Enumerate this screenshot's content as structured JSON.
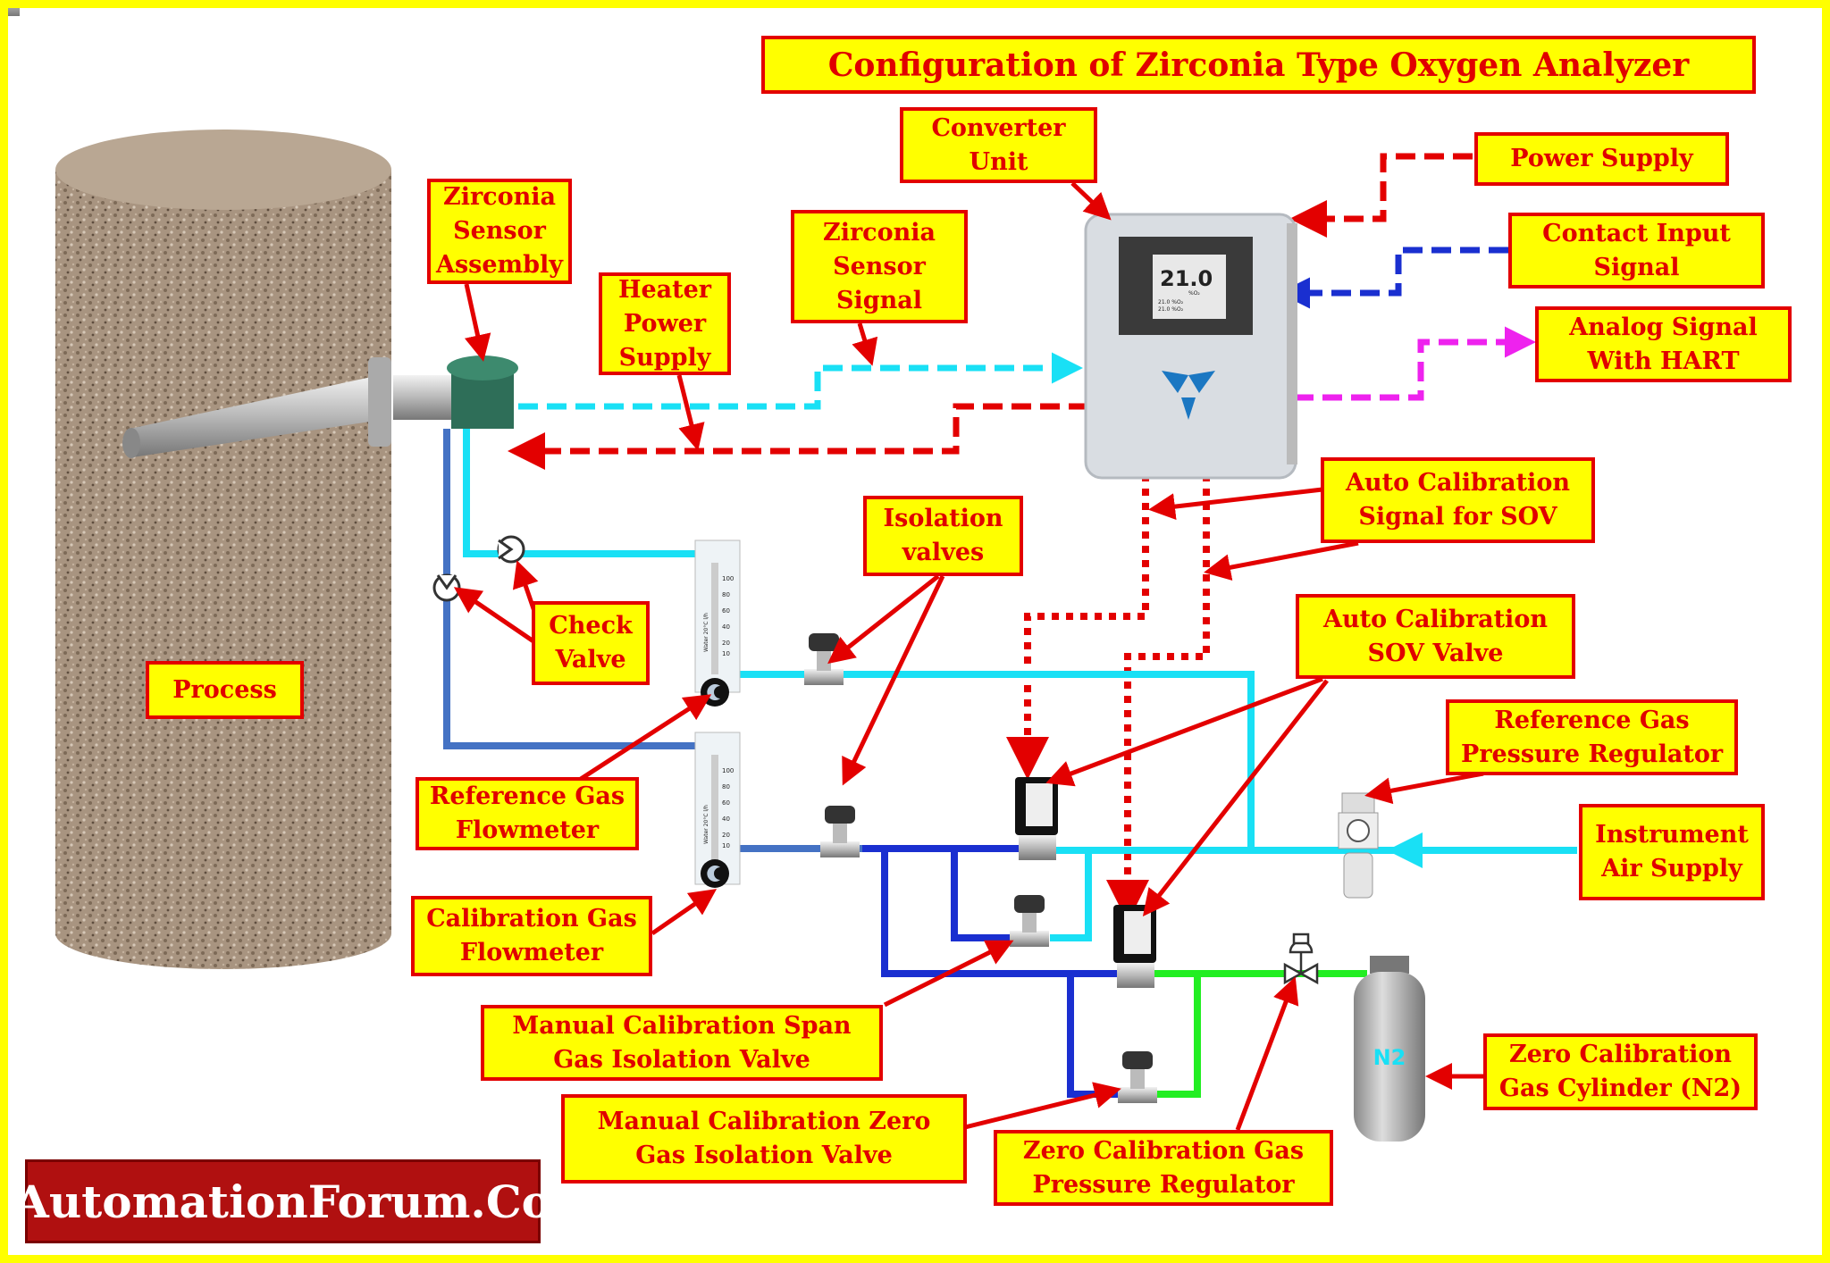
{
  "title": "Configuration of Zirconia Type Oxygen Analyzer",
  "labels": {
    "converter_unit": [
      "Converter",
      "Unit"
    ],
    "power_supply": [
      "Power Supply"
    ],
    "contact_input": [
      "Contact Input",
      "Signal"
    ],
    "analog_signal": [
      "Analog Signal",
      "With HART"
    ],
    "sensor_assembly": [
      "Zirconia",
      "Sensor",
      "Assembly"
    ],
    "sensor_signal": [
      "Zirconia",
      "Sensor",
      "Signal"
    ],
    "heater_power": [
      "Heater",
      "Power",
      "Supply"
    ],
    "auto_cal_signal": [
      "Auto Calibration",
      "Signal for SOV"
    ],
    "isolation_valves": [
      "Isolation",
      "valves"
    ],
    "check_valve": [
      "Check",
      "Valve"
    ],
    "auto_cal_sov": [
      "Auto Calibration",
      "SOV Valve"
    ],
    "process": [
      "Process"
    ],
    "ref_gas_regulator": [
      "Reference Gas",
      "Pressure Regulator"
    ],
    "ref_gas_flowmeter": [
      "Reference Gas",
      "Flowmeter"
    ],
    "instrument_air": [
      "Instrument",
      "Air Supply"
    ],
    "cal_gas_flowmeter": [
      "Calibration Gas",
      "Flowmeter"
    ],
    "span_valve": [
      "Manual Calibration Span",
      "Gas Isolation Valve"
    ],
    "zero_cylinder": [
      "Zero Calibration",
      "Gas Cylinder (N2)"
    ],
    "zero_valve": [
      "Manual Calibration Zero",
      "Gas Isolation Valve"
    ],
    "zero_regulator": [
      "Zero Calibration Gas",
      "Pressure Regulator"
    ]
  },
  "brand": "AutomationForum.Co",
  "converter_display": {
    "value": "21.0",
    "unit": "%O₂",
    "line1": "21.0 %O₂",
    "line2": "21.0 %O₂"
  },
  "flowmeter_scale": [
    "100",
    "80",
    "60",
    "40",
    "20",
    "10"
  ],
  "flowmeter_caption": "Water 20°C l/h",
  "cylinder_text": "N2",
  "colors": {
    "label_bg": "#ffff00",
    "label_border": "#e30000",
    "sensor_signal": "#19e0f5",
    "power": "#e30000",
    "contact_input": "#1a2fd0",
    "analog_hart": "#ee22ee",
    "instrument_air": "#19e0f5",
    "cal_gas": "#1a2fd0",
    "zero_gas": "#22ee22"
  }
}
